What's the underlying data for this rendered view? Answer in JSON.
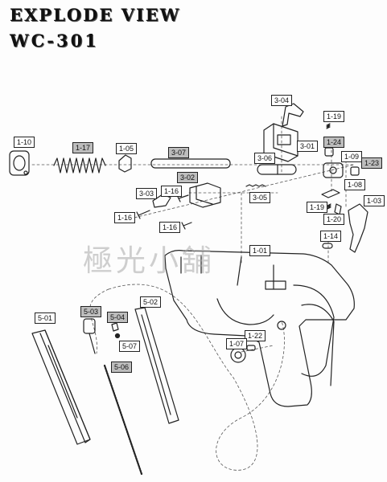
{
  "title_line1": "EXPLODE VIEW",
  "title_line2": "WC-301",
  "watermark": "極光小舖",
  "labels": {
    "p_3_04": "3-04",
    "p_1_19a": "1-19",
    "p_1_24": "1-24",
    "p_3_01": "3-01",
    "p_1_10": "1-10",
    "p_1_17": "1-17",
    "p_1_05": "1-05",
    "p_3_07": "3-07",
    "p_3_06": "3-06",
    "p_1_09": "1-09",
    "p_1_23": "1-23",
    "p_1_08": "1-08",
    "p_3_02": "3-02",
    "p_3_03": "3-03",
    "p_1_16a": "1-16",
    "p_3_05": "3-05",
    "p_1_03": "1-03",
    "p_1_19b": "1-19",
    "p_1_16b": "1-16",
    "p_1_16c": "1-16",
    "p_1_20": "1-20",
    "p_1_14": "1-14",
    "p_1_01": "1-01",
    "p_5_02": "5-02",
    "p_5_03": "5-03",
    "p_5_04": "5-04",
    "p_5_01": "5-01",
    "p_5_07": "5-07",
    "p_1_22": "1-22",
    "p_1_07": "1-07",
    "p_5_06": "5-06"
  }
}
